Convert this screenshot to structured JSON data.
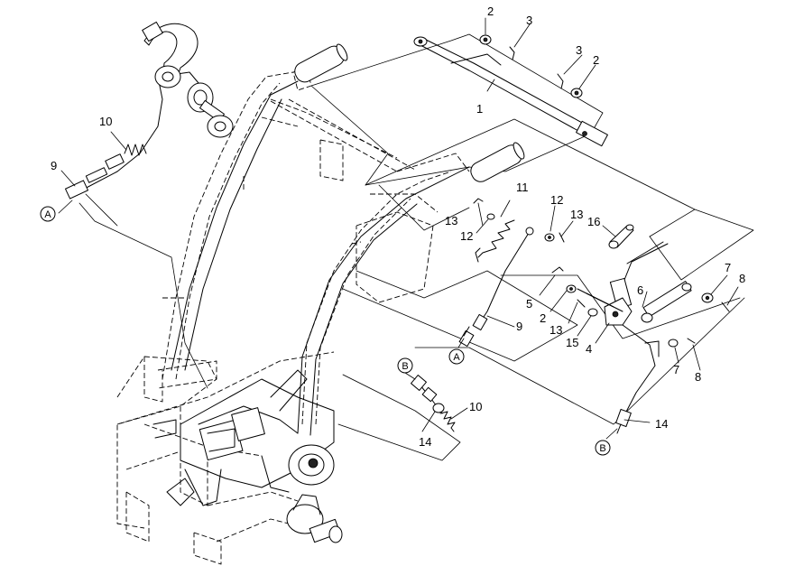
{
  "part_labels": {
    "p1": "1",
    "p2a": "2",
    "p2b": "2",
    "p2c": "2",
    "p3a": "3",
    "p3b": "3",
    "p4": "4",
    "p5": "5",
    "p6": "6",
    "p7a": "7",
    "p7b": "7",
    "p8a": "8",
    "p8b": "8",
    "p9a": "9",
    "p9b": "9",
    "p10a": "10",
    "p10b": "10",
    "p11": "11",
    "p12a": "12",
    "p12b": "12",
    "p13a": "13",
    "p13b": "13",
    "p13c": "13",
    "p14a": "14",
    "p14b": "14",
    "p15": "15",
    "p16": "16"
  },
  "callouts": {
    "a1": "A",
    "a2": "A",
    "b1": "B",
    "b2": "B"
  }
}
